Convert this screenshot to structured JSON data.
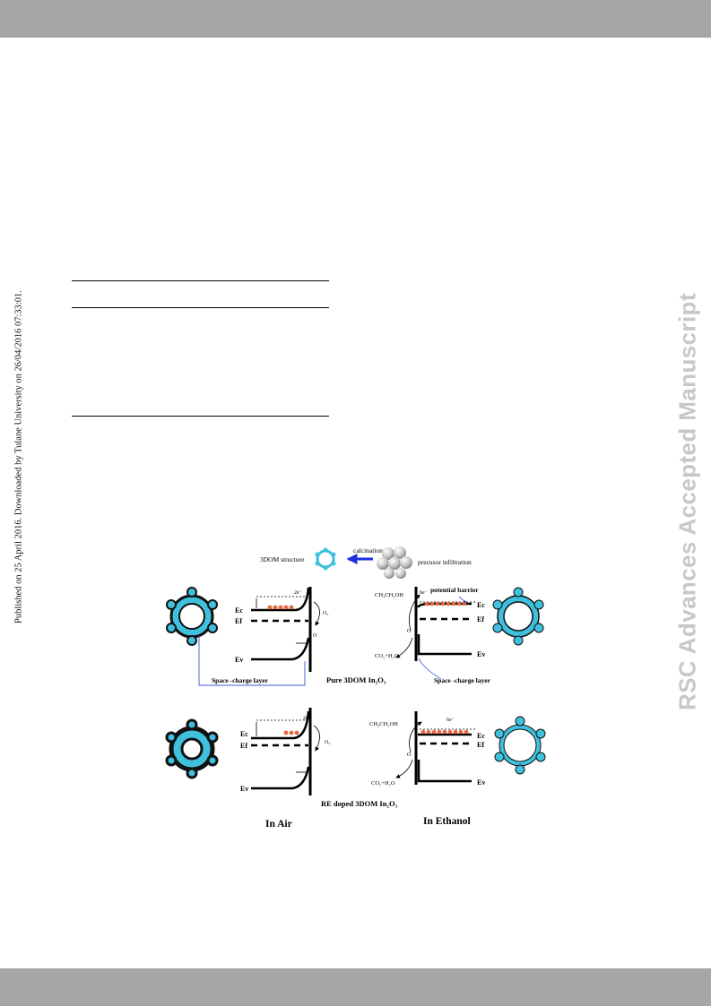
{
  "header_bar": "",
  "footer_bar": "",
  "side_text": "Published on 25 April 2016. Downloaded by Tulane University on 26/04/2016 07:33:01.",
  "watermark": "RSC Advances Accepted Manuscript",
  "colors": {
    "bar": "#a6a6a6",
    "watermark": "#c8c8c8",
    "pore": "#3fc0dd",
    "arrow": "#1f2fe0",
    "electron": "#e8663c"
  },
  "figure": {
    "process": {
      "left_label": "3DOM structure",
      "arrow_label": "calcination",
      "right_label": "precusor  infiltration"
    },
    "pure": {
      "caption": "Pure 3DOM In₂O₃",
      "left": {
        "ec": "Ec",
        "ef": "Ef",
        "ev": "Ev",
        "electrons": "2e⁻",
        "o2": "O₂",
        "o": "O",
        "space": "Space -charge layer"
      },
      "right": {
        "ethanol": "CH₃CH₂OH",
        "electrons": "6e⁻",
        "barrier": "potential barrier",
        "ec": "Ec",
        "ef": "Ef",
        "ev": "Ev",
        "o": "O",
        "products": "CO₂+H₂O",
        "space": "Space -charge layer"
      }
    },
    "doped": {
      "caption": "RE doped  3DOM In₂O₃",
      "left": {
        "ec": "Ec",
        "ef": "Ef",
        "ev": "Ev",
        "electrons": "2e⁻",
        "o2": "O₂"
      },
      "right": {
        "ethanol": "CH₃CH₂OH",
        "electrons": "6e⁻",
        "ec": "Ec",
        "ef": "Ef",
        "ev": "Ev",
        "o": "O",
        "products": "CO₂+H₂O"
      }
    },
    "label_air": "In Air",
    "label_ethanol": "In Ethanol"
  }
}
